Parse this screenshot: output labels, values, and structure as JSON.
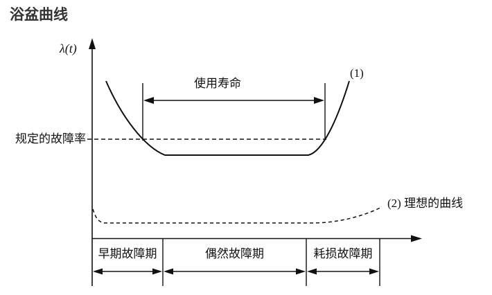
{
  "title": "浴盆曲线",
  "diagram": {
    "y_axis_label": "λ(t)",
    "specified_failure_rate_label": "规定的故障率",
    "useful_life_label": "使用寿命",
    "curve1_label": "(1)",
    "curve2_label": "(2) 理想的曲线",
    "regions": [
      {
        "label": "早期故障期"
      },
      {
        "label": "偶然故障期"
      },
      {
        "label": "耗损故障期"
      }
    ],
    "colors": {
      "line": "#111111",
      "title": "#333333",
      "background": "#ffffff"
    }
  }
}
